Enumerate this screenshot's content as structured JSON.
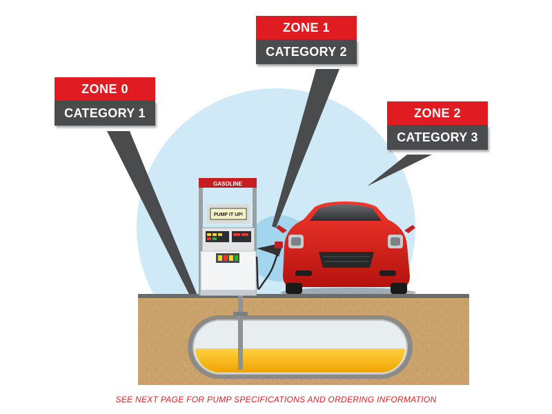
{
  "zones": [
    {
      "zone": "ZONE 0",
      "category": "CATEGORY 1"
    },
    {
      "zone": "ZONE 1",
      "category": "CATEGORY 2"
    },
    {
      "zone": "ZONE 2",
      "category": "CATEGORY 3"
    }
  ],
  "pump": {
    "header": "GASOLINE",
    "sign": "PUMP IT UP!"
  },
  "footer_note": "SEE NEXT PAGE FOR PUMP SPECIFICATIONS AND ORDERING INFORMATION",
  "colors": {
    "zone_red": "#e11b22",
    "category_gray": "#4a4b4d",
    "zone2_circle": "#cfe9f6",
    "zone1_circle": "#9fd3ec",
    "ground": "#c8a16b",
    "fuel": "#f5b71c",
    "car": "#e0241e"
  }
}
